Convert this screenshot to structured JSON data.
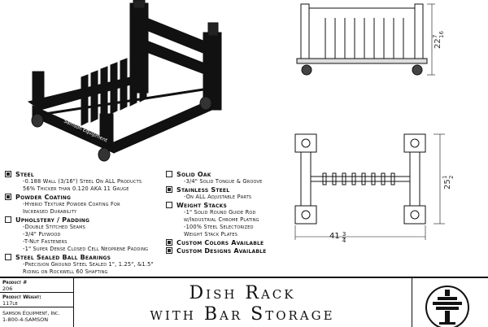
{
  "drawing": {
    "front_height_dim": {
      "whole": "22",
      "num": "7",
      "den": "16"
    },
    "top_depth_dim": {
      "whole": "25",
      "num": "1",
      "den": "2"
    },
    "top_width_dim": {
      "whole": "41",
      "num": "3",
      "den": "4"
    },
    "iso_label": "Samson Equipment"
  },
  "specs_left": [
    {
      "checked": true,
      "title": "Steel",
      "lines": [
        "-0.188 Wall (3/16\") Steel On ALL Products",
        "56% Thicker than 0.120 AKA 11 Gauge"
      ]
    },
    {
      "checked": true,
      "title": "Powder Coating",
      "lines": [
        "-Hybrid Texture Powder Coating For",
        "Increased Durability"
      ]
    },
    {
      "checked": false,
      "title": "Upholstery / Padding",
      "lines": [
        "-Double Stitched Seams",
        "-3/4\" Plywood",
        "-T-Nut Fasteners",
        "-1\" Super Dense Closed Cell Neoprene Padding"
      ]
    },
    {
      "checked": false,
      "title": "Steel Sealed Ball Bearings",
      "lines": [
        "-Precision Ground Steel Sealed 1\", 1.25\", &1.5\"",
        "Riding on Rockwell 60 Shafting"
      ]
    }
  ],
  "specs_right": [
    {
      "checked": false,
      "title": "Solid Oak",
      "lines": [
        "-3/4\" Solid Tongue & Groove"
      ]
    },
    {
      "checked": true,
      "title": "Stainless Steel",
      "lines": [
        "-On ALL Adjustable Parts"
      ]
    },
    {
      "checked": false,
      "title": "Weight Stacks",
      "lines": [
        "-1\" Solid Round Guide Rod",
        "w/Industrial Chrome Plating",
        "-100% Steel Selectorized",
        "Weight Stack Plates"
      ]
    },
    {
      "checked": true,
      "title": "Custom Colors Available",
      "lines": []
    },
    {
      "checked": true,
      "title": "Custom Designs Available",
      "lines": []
    }
  ],
  "title_block": {
    "product_label": "Product #",
    "product_value": "206",
    "weight_label": "Product Weight:",
    "weight_value": "117lb",
    "company": "Samson Equipment, Inc.",
    "phone": "1-800-4-SAMSON",
    "title_line1": "Dish Rack",
    "title_line2": "with Bar Storage"
  }
}
